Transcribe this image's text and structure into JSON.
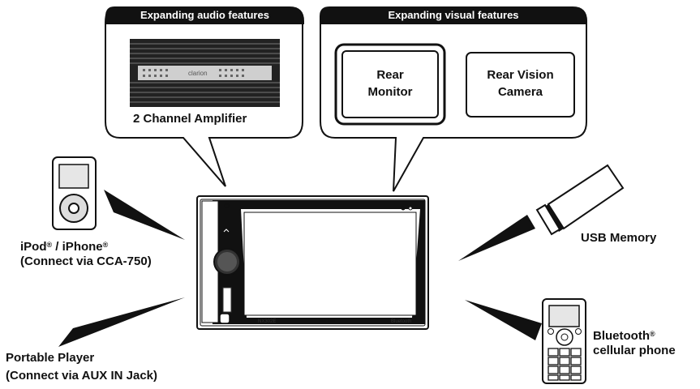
{
  "audio_bubble": {
    "title": "Expanding audio features",
    "amplifier_brand": "clarion",
    "amplifier_label": "2 Channel Amplifier"
  },
  "visual_bubble": {
    "title": "Expanding visual features",
    "rear_monitor": [
      "Rear",
      "Monitor"
    ],
    "rear_camera": [
      "Rear Vision",
      "Camera"
    ]
  },
  "head_unit": {
    "brand": "clarion",
    "model": "NX302E",
    "bluetooth_mark": "Bluetooth"
  },
  "devices": {
    "ipod": {
      "line1a": "iPod",
      "reg": "®",
      "line1b": " / iPhone",
      "line2": "(Connect via CCA-750)"
    },
    "portable": {
      "line1": "Portable Player",
      "line2": "(Connect via AUX IN Jack)"
    },
    "usb": {
      "label": "USB Memory"
    },
    "phone": {
      "line1": "Bluetooth",
      "reg": "®",
      "line2": "cellular phone"
    }
  }
}
